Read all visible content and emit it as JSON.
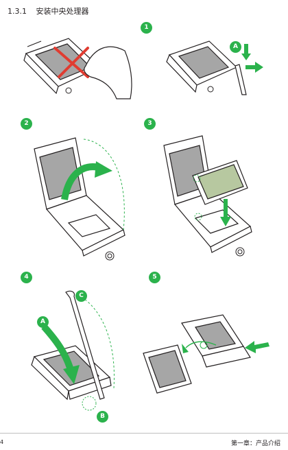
{
  "section": {
    "number": "1.3.1",
    "title": "安装中央处理器"
  },
  "steps": [
    {
      "label": "1"
    },
    {
      "label": "2"
    },
    {
      "label": "3"
    },
    {
      "label": "4"
    },
    {
      "label": "5"
    }
  ],
  "callouts": {
    "a": "A",
    "b": "B",
    "c": "C"
  },
  "footer": {
    "page": "4",
    "chapter": "第一章：产品介绍"
  },
  "colors": {
    "accent": "#2bb24c",
    "line": "#231f20",
    "chip": "#a6a6a6"
  }
}
